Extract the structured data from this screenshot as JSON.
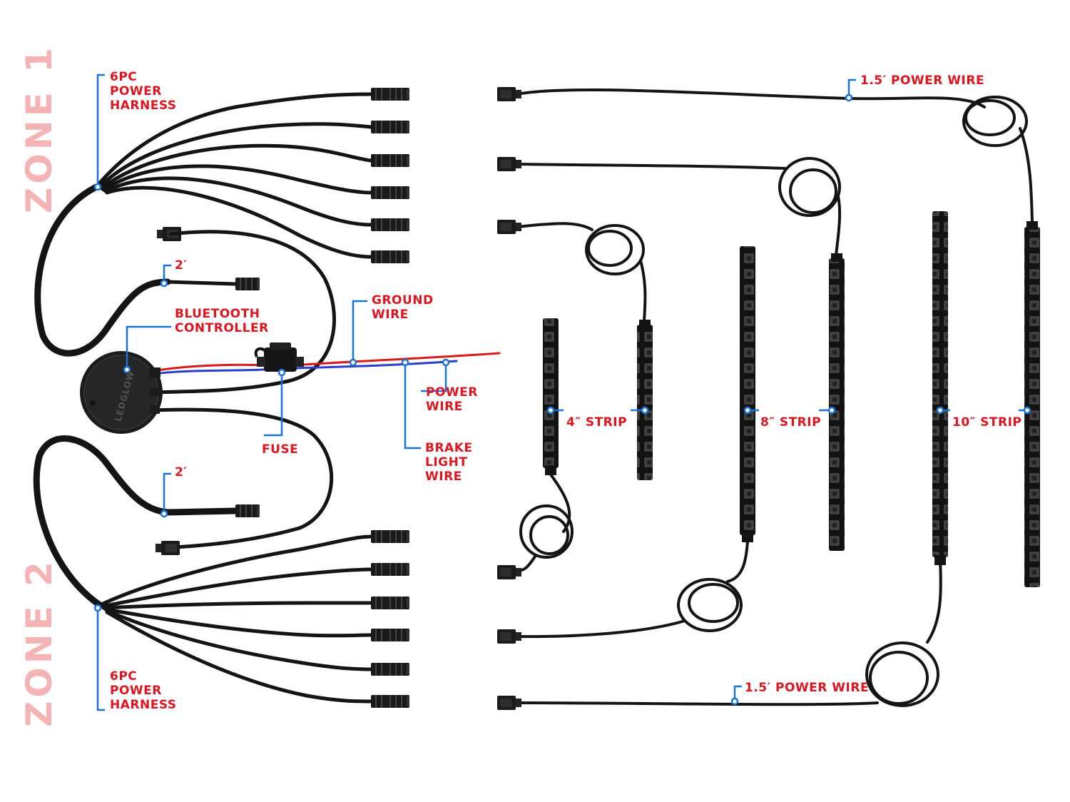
{
  "zones": {
    "zone1": "ZONE 1",
    "zone2": "ZONE 2"
  },
  "labels": {
    "harness_top": "6PC\nPOWER\nHARNESS",
    "harness_bottom": "6PC\nPOWER\nHARNESS",
    "ext_top": "2′",
    "ext_bottom": "2′",
    "bluetooth": "BLUETOOTH\nCONTROLLER",
    "ground": "GROUND\nWIRE",
    "power": "POWER\nWIRE",
    "fuse": "FUSE",
    "brake": "BRAKE\nLIGHT\nWIRE",
    "power_wire_top": "1.5′ POWER WIRE",
    "power_wire_bottom": "1.5′ POWER WIRE",
    "strip_4": "4″ STRIP",
    "strip_8": "8″ STRIP",
    "strip_10": "10″ STRIP"
  },
  "controller_logo": "LEDGLOW",
  "colors": {
    "label": "#e0141e",
    "leader": "#1a73d9",
    "zone": "#f4b4b6",
    "cable": "#141414",
    "red_wire": "#d81a1a",
    "blue_wire": "#2a3fc8"
  }
}
